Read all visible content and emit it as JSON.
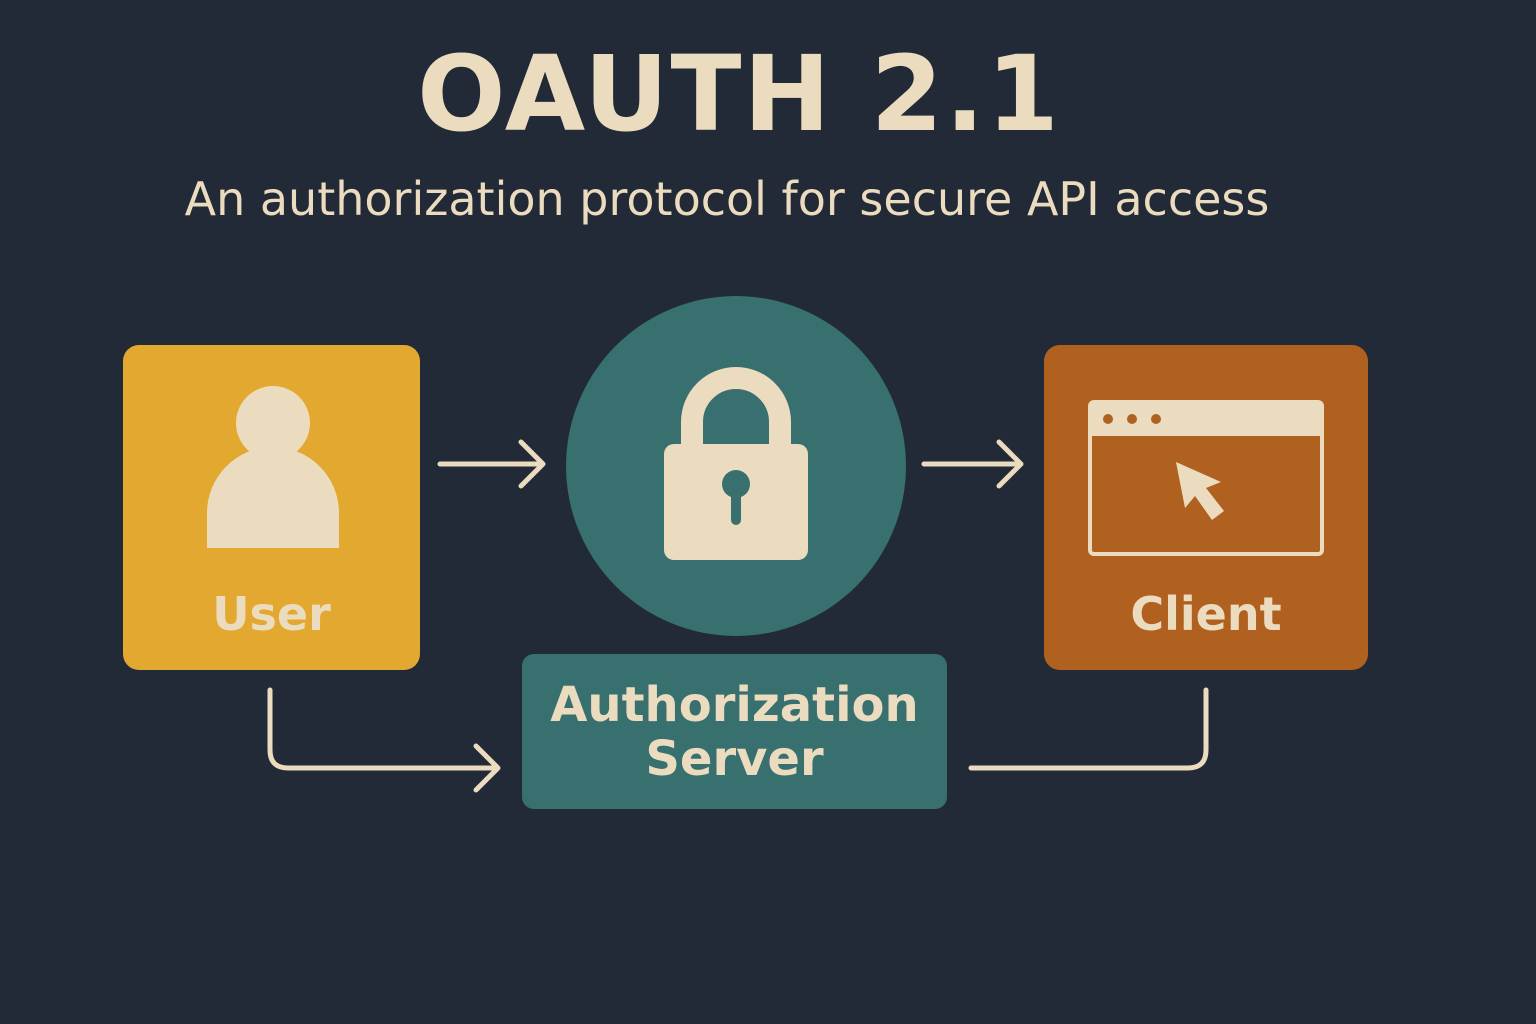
{
  "header": {
    "title": "OAUTH 2.1",
    "subtitle": "An authorization protocol for secure API access"
  },
  "nodes": {
    "user": {
      "label": "User",
      "icon": "user-icon"
    },
    "lock": {
      "icon": "lock-icon"
    },
    "client": {
      "label": "Client",
      "icon": "browser-window-icon"
    },
    "auth_server": {
      "label_line1": "Authorization",
      "label_line2": "Server"
    }
  },
  "colors": {
    "background": "#232a37",
    "cream": "#ecdcbf",
    "user_yellow": "#e3a830",
    "teal": "#37706f",
    "client_orange": "#b0611f"
  }
}
